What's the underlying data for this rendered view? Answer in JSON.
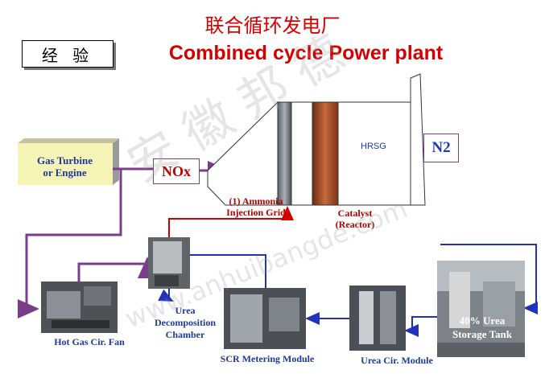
{
  "title_cn": "联合循环发电厂",
  "title_en": "Combined cycle Power plant",
  "tag": "经 验",
  "watermark": {
    "cn": "安 徽 邦 德",
    "url": "www.anhuibangde.com"
  },
  "nodes": {
    "gas_turbine": "Gas Turbine\nor Engine",
    "nox": "NOx",
    "hrsg": "HRSG",
    "n2": "N2",
    "ammonia": "(1) Ammonia\nInjection Grid",
    "catalyst": "Catalyst\n(Reactor)",
    "hot_gas_fan": "Hot Gas Cir. Fan",
    "urea_chamber": "Urea\nDecomposition\nChamber",
    "scr_module": "SCR Metering Module",
    "urea_cir": "Urea Cir. Module",
    "tank": "40% Urea\nStorage Tank"
  },
  "colors": {
    "title": "#d40000",
    "purple_line": "#7a3d8c",
    "blue_line": "#2233bb",
    "red_line": "#d40000",
    "label_blue": "#1d3a9a",
    "gas_turbine_fill": "#f6f3b6"
  }
}
